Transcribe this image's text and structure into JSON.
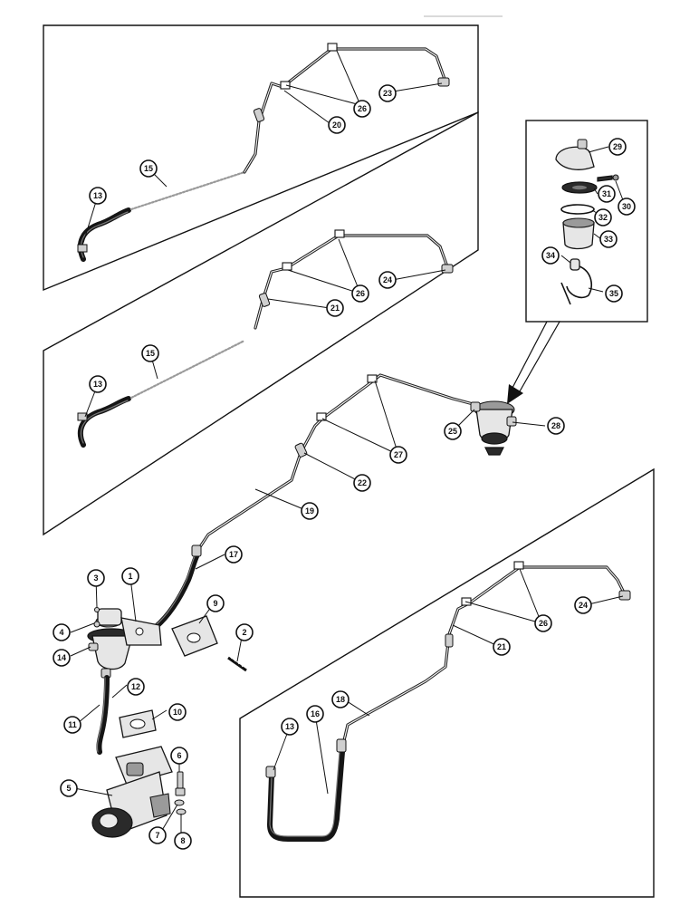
{
  "diagram": {
    "callouts": {
      "c1": "1",
      "c2": "2",
      "c3": "3",
      "c4": "4",
      "c5": "5",
      "c6": "6",
      "c7": "7",
      "c8": "8",
      "c9": "9",
      "c10": "10",
      "c11": "11",
      "c12": "12",
      "c13a": "13",
      "c13b": "13",
      "c13c": "13",
      "c14": "14",
      "c15a": "15",
      "c15b": "15",
      "c16": "16",
      "c17": "17",
      "c18": "18",
      "c19": "19",
      "c20": "20",
      "c21a": "21",
      "c21b": "21",
      "c22": "22",
      "c23": "23",
      "c24a": "24",
      "c24b": "24",
      "c25": "25",
      "c26a": "26",
      "c26b": "26",
      "c26c": "26",
      "c27": "27",
      "c28": "28",
      "c29": "29",
      "c30": "30",
      "c31": "31",
      "c32": "32",
      "c33": "33",
      "c34": "34",
      "c35": "35"
    },
    "colors": {
      "ink": "#111111",
      "paper": "#ffffff"
    }
  }
}
